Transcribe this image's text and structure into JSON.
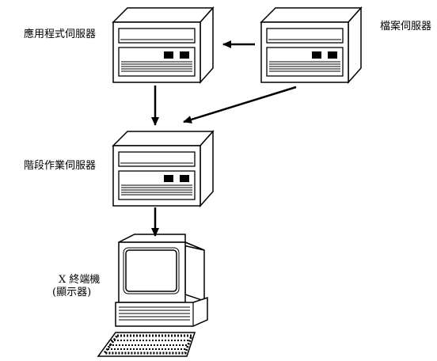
{
  "labels": {
    "app_server": "應用程式伺服器",
    "file_server": "檔案伺服器",
    "session_server": "階段作業伺服器",
    "x_terminal_line1": "X 終端機",
    "x_terminal_line2": "(顯示器)"
  },
  "nodes": [
    {
      "id": "app-server",
      "kind": "server",
      "label_key": "app_server"
    },
    {
      "id": "file-server",
      "kind": "server",
      "label_key": "file_server"
    },
    {
      "id": "session-server",
      "kind": "server",
      "label_key": "session_server"
    },
    {
      "id": "x-terminal",
      "kind": "terminal",
      "label_key": "x_terminal_line1"
    }
  ],
  "edges": [
    {
      "from": "file-server",
      "to": "app-server"
    },
    {
      "from": "app-server",
      "to": "session-server"
    },
    {
      "from": "file-server",
      "to": "session-server"
    },
    {
      "from": "session-server",
      "to": "x-terminal"
    }
  ],
  "colors": {
    "stroke": "#000000",
    "fill": "#ffffff"
  }
}
